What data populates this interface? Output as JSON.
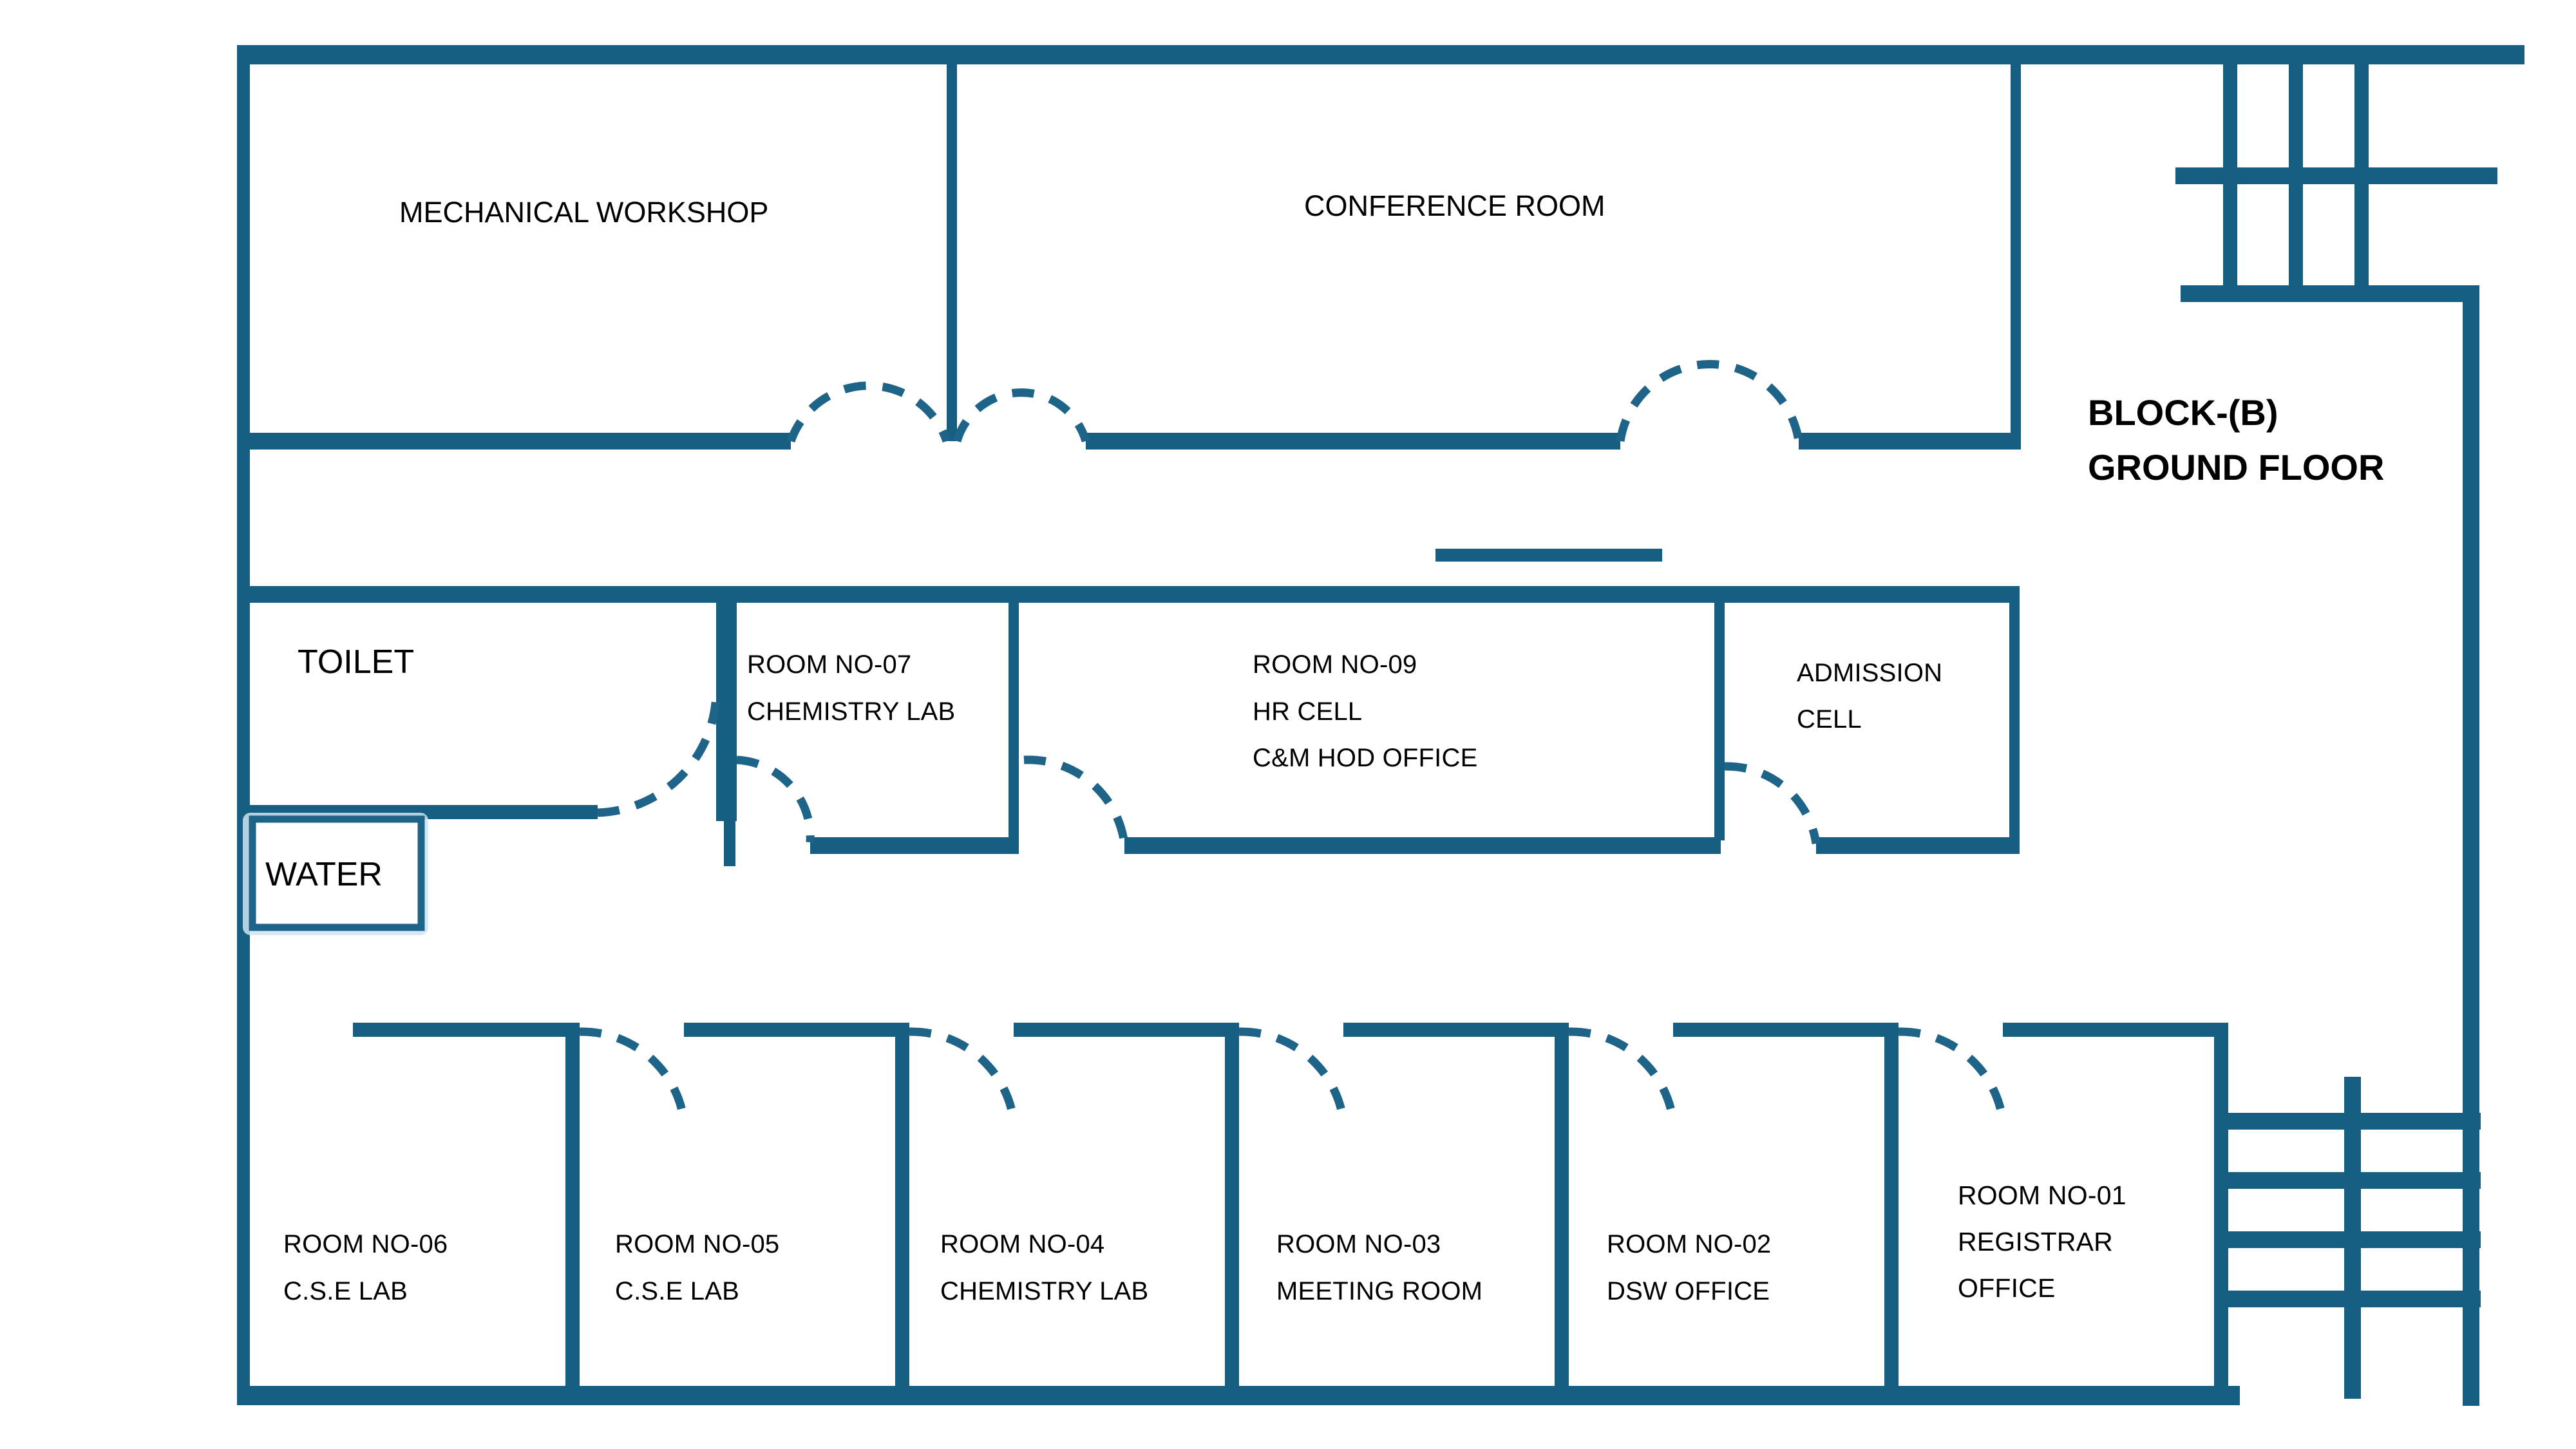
{
  "title": {
    "line1": "BLOCK-(B)",
    "line2": "GROUND FLOOR"
  },
  "colors": {
    "wall": "#175F82",
    "door_arc": "#1D6488",
    "label_text": "#000000",
    "background": "#FFFFFF",
    "water_glow": "#CFE4F2"
  },
  "floor_plan": {
    "name": "BLOCK-(B) GROUND FLOOR",
    "top_row": [
      {
        "id": "mechanical-workshop",
        "label": "MECHANICAL WORKSHOP"
      },
      {
        "id": "conference-room",
        "label": "CONFERENCE ROOM"
      }
    ],
    "middle_row": [
      {
        "id": "toilet",
        "label": "TOILET"
      },
      {
        "id": "water",
        "label": "WATER"
      },
      {
        "id": "room-07",
        "line1": "ROOM NO-07",
        "line2": "CHEMISTRY LAB"
      },
      {
        "id": "room-09",
        "line1": "ROOM NO-09",
        "line2": "HR CELL",
        "line3": "C&M HOD OFFICE"
      },
      {
        "id": "admission-cell",
        "line1": "ADMISSION",
        "line2": "CELL"
      }
    ],
    "bottom_row": [
      {
        "id": "room-06",
        "line1": "ROOM NO-06",
        "line2": "C.S.E LAB"
      },
      {
        "id": "room-05",
        "line1": "ROOM NO-05",
        "line2": "C.S.E LAB"
      },
      {
        "id": "room-04",
        "line1": "ROOM NO-04",
        "line2": "CHEMISTRY  LAB"
      },
      {
        "id": "room-03",
        "line1": "ROOM NO-03",
        "line2": "MEETING ROOM"
      },
      {
        "id": "room-02",
        "line1": "ROOM NO-02",
        "line2": "DSW OFFICE"
      },
      {
        "id": "room-01",
        "line1": "ROOM NO-01",
        "line2": "REGISTRAR",
        "line3": "OFFICE"
      }
    ],
    "stairs": [
      {
        "id": "stair-top-right",
        "label": "staircase"
      },
      {
        "id": "stair-bottom-right",
        "label": "staircase"
      }
    ]
  }
}
